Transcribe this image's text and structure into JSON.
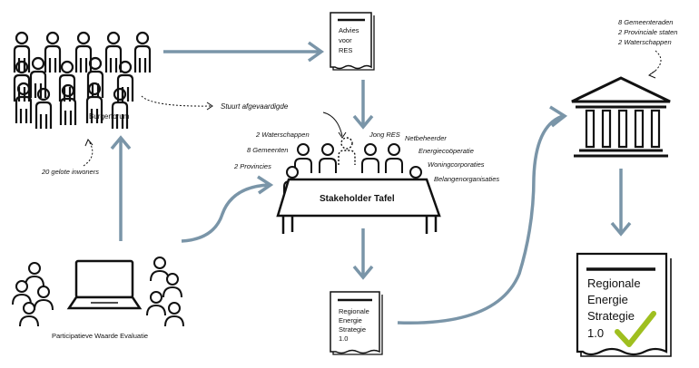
{
  "burgerforum": {
    "label": "Burgerforum",
    "note": "20 gelote inwoners"
  },
  "pwe": {
    "label": "Participatieve Waarde Evaluatie"
  },
  "advies": {
    "lines": [
      "Advies",
      "voor",
      "RES"
    ]
  },
  "afgevaardigde": {
    "label": "Stuurt afgevaardigde"
  },
  "stakeholder": {
    "label": "Stakeholder Tafel",
    "left_members": [
      "2 Waterschappen",
      "8 Gemeenten",
      "2 Provincies"
    ],
    "right_members": [
      "Jong RES",
      "Netbeheerder",
      "Energiecoöperatie",
      "Woningcorporaties",
      "Belangenorganisaties"
    ]
  },
  "res10": {
    "lines": [
      "Regionale",
      "Energie",
      "Strategie",
      "1.0"
    ]
  },
  "government": {
    "members": [
      "8 Gemeenteraden",
      "2 Provinciale staten",
      "2 Waterschappen"
    ]
  },
  "final_res": {
    "lines": [
      "Regionale",
      "Energie",
      "Strategie",
      "1.0"
    ]
  },
  "colors": {
    "arrow": "#7a95a8",
    "ink": "#111111",
    "check": "#9fbf1f"
  }
}
